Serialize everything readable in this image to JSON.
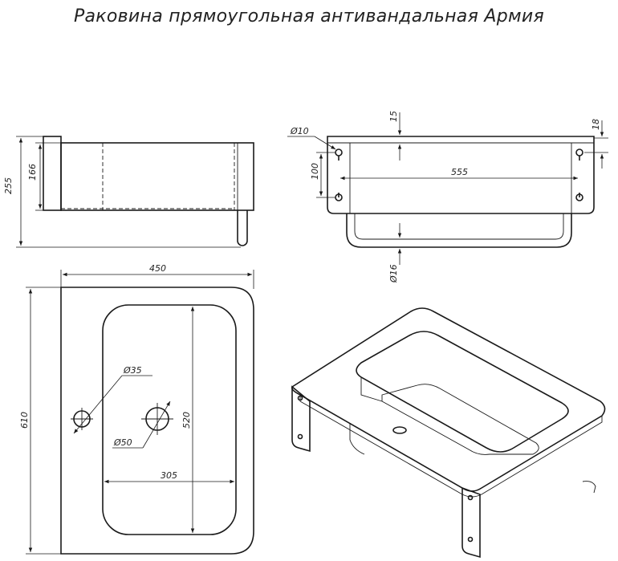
{
  "title": "Раковина прямоугольная антивандальная Армия",
  "dimensions": {
    "height_total": "255",
    "height_bowl": "166",
    "width_top": "450",
    "length_side": "610",
    "bowl_length": "520",
    "bowl_width": "305",
    "hole_small": "Ø35",
    "hole_drain": "Ø50",
    "mount_hole": "Ø10",
    "mount_spacing": "555",
    "mount_vertical": "100",
    "offset_top": "15",
    "offset_side": "18",
    "bar_diameter": "Ø16"
  }
}
